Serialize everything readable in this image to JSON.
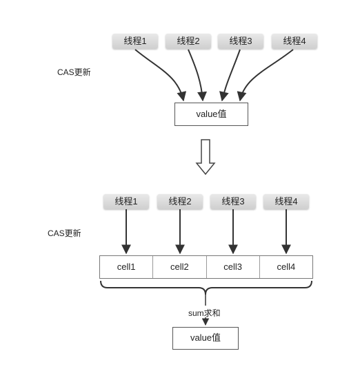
{
  "top": {
    "threads": [
      "线程1",
      "线程2",
      "线程3",
      "线程4"
    ],
    "cas_label": "CAS更新",
    "value_label": "value值"
  },
  "bottom": {
    "threads": [
      "线程1",
      "线程2",
      "线程3",
      "线程4"
    ],
    "cas_label": "CAS更新",
    "cells": [
      "cell1",
      "cell2",
      "cell3",
      "cell4"
    ],
    "sum_label": "sum求和",
    "value_label": "value值"
  }
}
